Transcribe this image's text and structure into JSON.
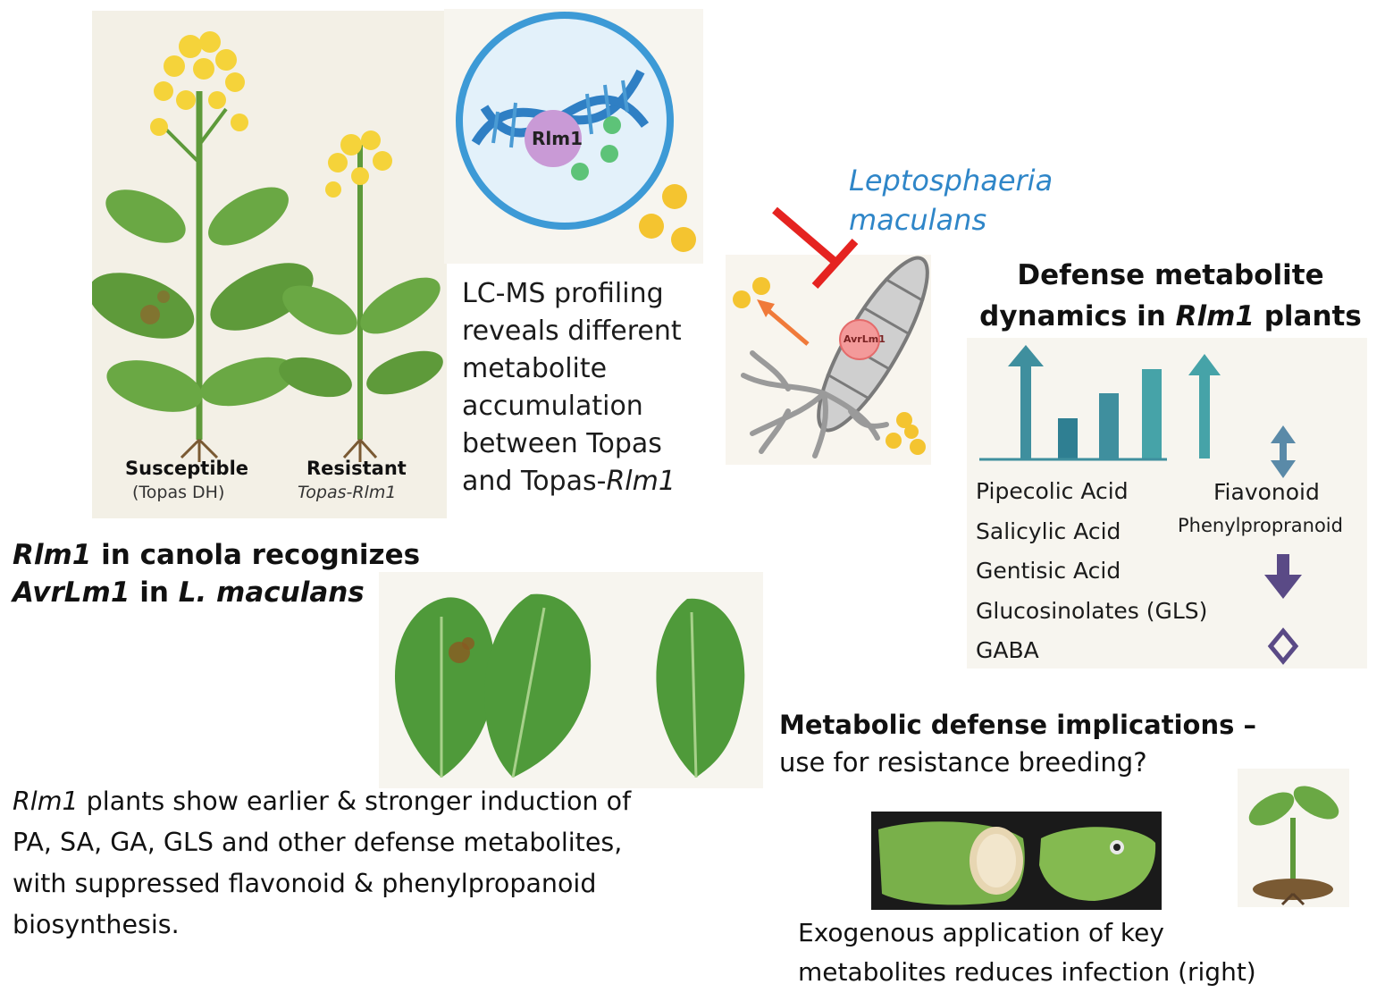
{
  "plants_panel": {
    "susceptible_label": "Susceptible",
    "susceptible_sub": "(Topas DH)",
    "resistant_label": "Resistant",
    "resistant_sub": "Topas-Rlm1"
  },
  "gene_circle": {
    "gene_label": "Rlm1"
  },
  "lcms_text": {
    "line1": "LC-MS  profiling",
    "line2": "reveals different",
    "line3": "metabolite",
    "line4": "accumulation",
    "line5": "between Topas",
    "line6_prefix": "and Topas-",
    "line6_ital": "Rlm1"
  },
  "pathogen": {
    "name_line1": "Leptosphaeria",
    "name_line2": "maculans",
    "avr_label": "AvrLm1"
  },
  "recognition": {
    "line1_ital": "Rlm1",
    "line1_rest": " in canola recognizes",
    "line2_ital": "AvrLm1",
    "line2_mid": " in ",
    "line2_ital2": "L. maculans"
  },
  "dynamics": {
    "title_line1": "Defense metabolite",
    "title_line2_prefix": "dynamics in ",
    "title_line2_ital": "Rlm1",
    "title_line2_suffix": " plants",
    "up_metabolites": [
      "Pipecolic Acid",
      "Salicylic Acid",
      "Gentisic Acid",
      "Glucosinolates (GLS)",
      "GABA"
    ],
    "down_label1": "Fiavonoid",
    "down_label2": "Phenylpropranoid"
  },
  "induction_text": {
    "line1_ital": "Rlm1",
    "line1_rest": " plants show earlier & stronger induction of",
    "line2": "PA, SA, GA, GLS and other defense metabolites,",
    "line3": "with suppressed flavonoid & phenylpropanoid",
    "line4": "biosynthesis."
  },
  "implications": {
    "line1": "Metabolic defense implications –",
    "line2": "use for resistance breeding?"
  },
  "exogenous": {
    "line1": "Exogenous application of key",
    "line2": "metabolites reduces infection (right)"
  },
  "colors": {
    "plant_green": "#5e9a3a",
    "flower_yellow": "#f5d33a",
    "circle_blue": "#3d9ad6",
    "pathogen_blue": "#2f86c8",
    "inhibit_red": "#e52320",
    "teal": "#3f8f9e",
    "purple": "#5a4a86"
  }
}
